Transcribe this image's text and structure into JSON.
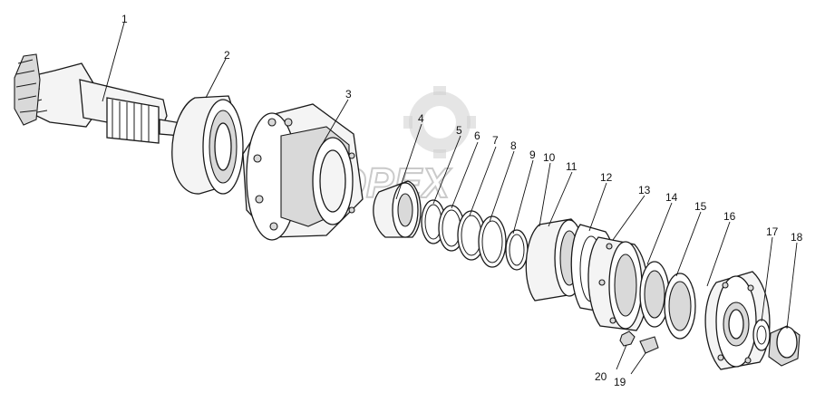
{
  "diagram": {
    "watermark": {
      "text": "OPEX"
    },
    "callouts": [
      {
        "id": "1",
        "label": "1"
      },
      {
        "id": "2",
        "label": "2"
      },
      {
        "id": "3",
        "label": "3"
      },
      {
        "id": "4",
        "label": "4"
      },
      {
        "id": "5",
        "label": "5"
      },
      {
        "id": "6",
        "label": "6"
      },
      {
        "id": "7",
        "label": "7"
      },
      {
        "id": "8",
        "label": "8"
      },
      {
        "id": "9",
        "label": "9"
      },
      {
        "id": "10",
        "label": "10"
      },
      {
        "id": "11",
        "label": "11"
      },
      {
        "id": "12",
        "label": "12"
      },
      {
        "id": "13",
        "label": "13"
      },
      {
        "id": "14",
        "label": "14"
      },
      {
        "id": "15",
        "label": "15"
      },
      {
        "id": "16",
        "label": "16"
      },
      {
        "id": "17",
        "label": "17"
      },
      {
        "id": "18",
        "label": "18"
      },
      {
        "id": "19",
        "label": "19"
      },
      {
        "id": "20",
        "label": "20"
      }
    ]
  }
}
